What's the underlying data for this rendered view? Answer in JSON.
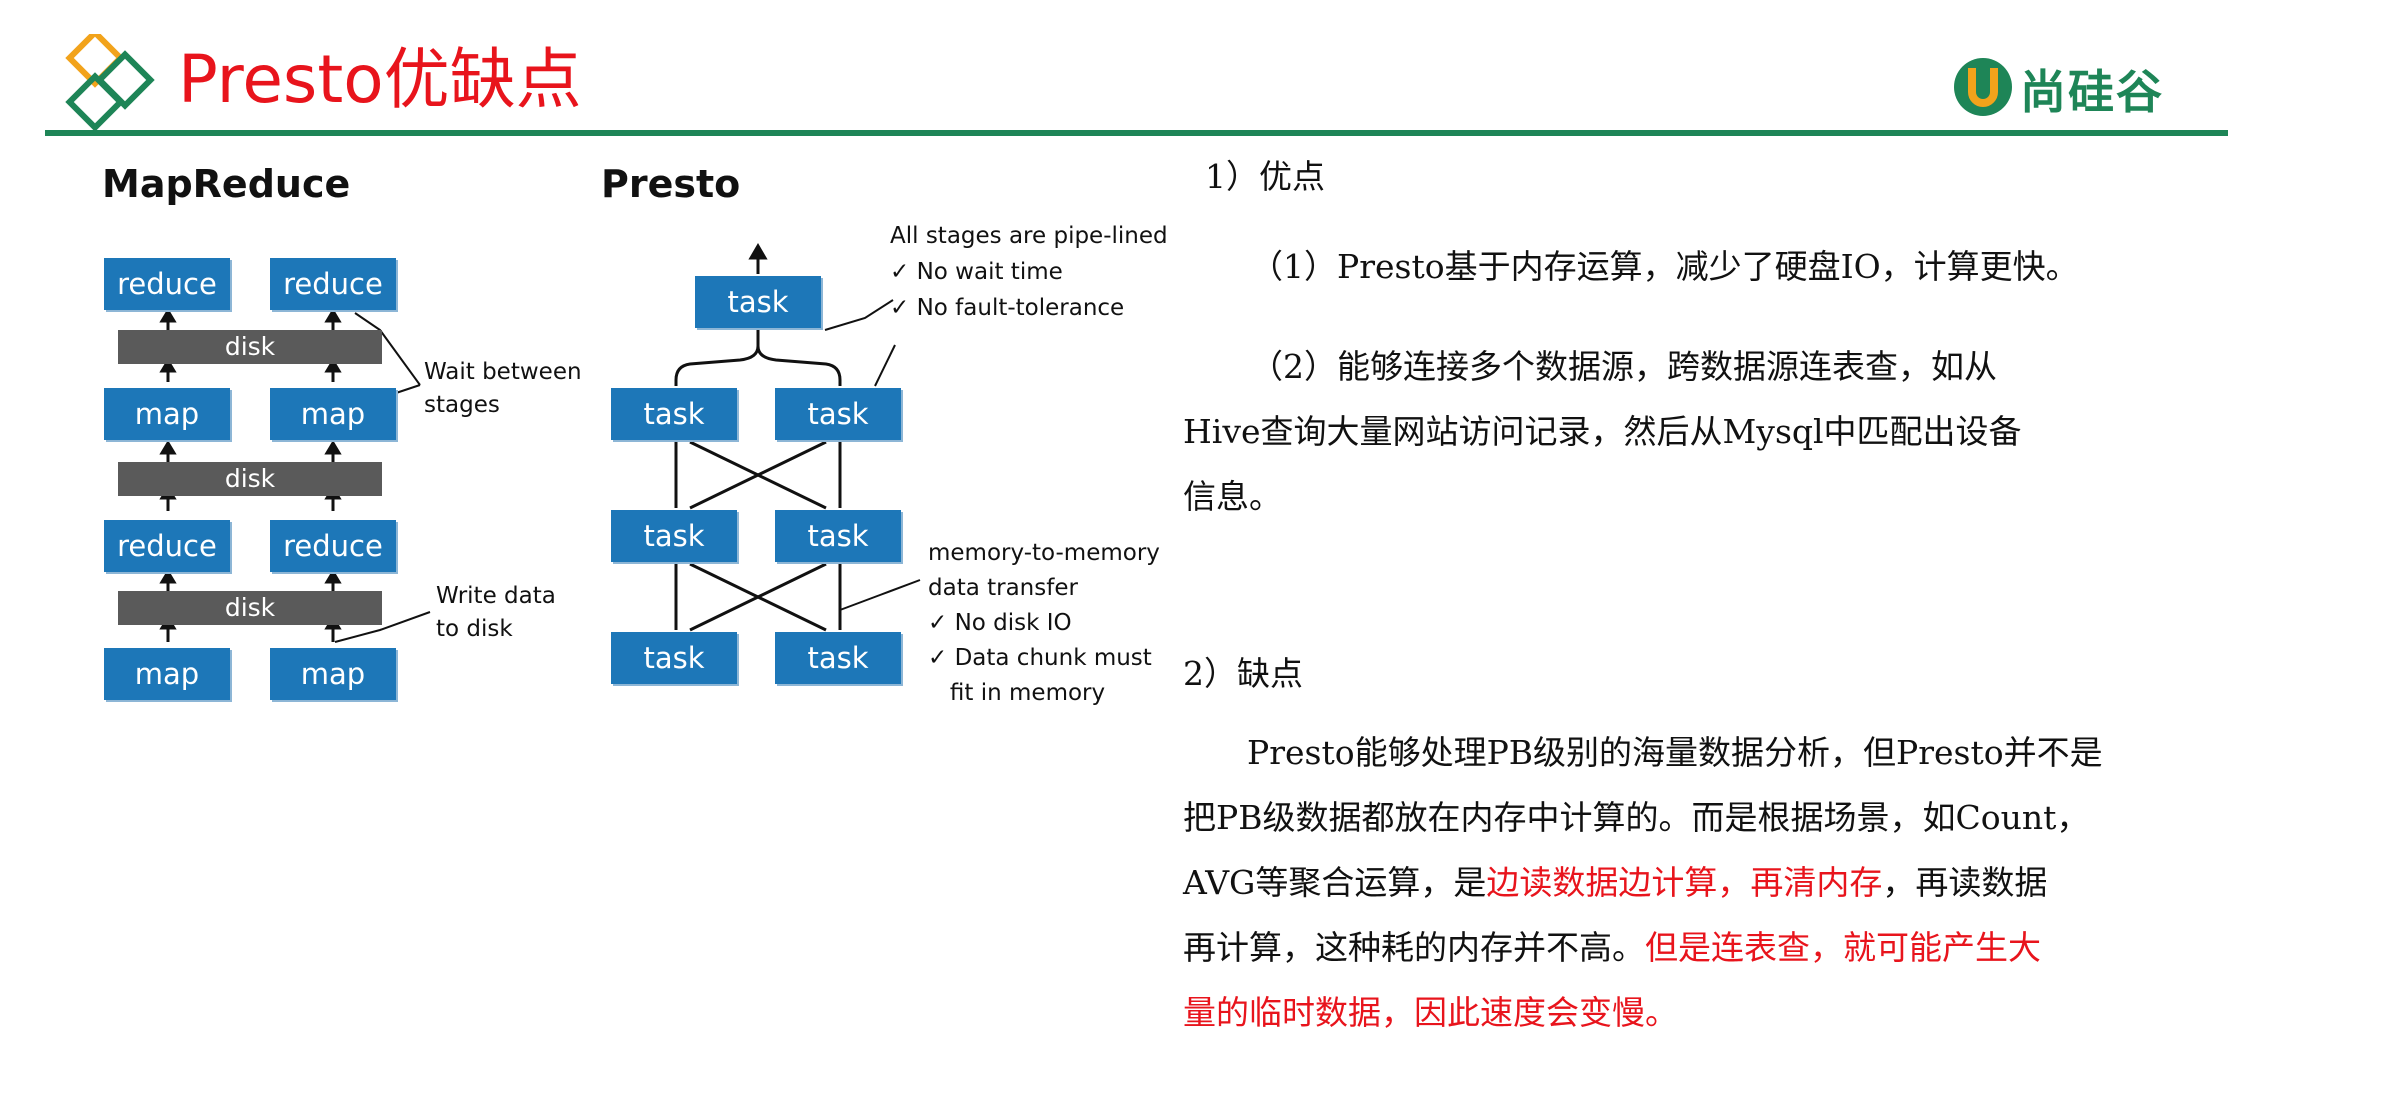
{
  "header": {
    "title": "Presto优缺点",
    "brand": "尚硅谷"
  },
  "mapreduce": {
    "heading": "MapReduce",
    "rows": [
      {
        "left": "reduce",
        "right": "reduce"
      },
      {
        "left": "map",
        "right": "map"
      },
      {
        "left": "reduce",
        "right": "reduce"
      },
      {
        "left": "map",
        "right": "map"
      }
    ],
    "disk_label": "disk",
    "note_wait": [
      "Wait between",
      "stages"
    ],
    "note_write": [
      "Write data",
      "to disk"
    ]
  },
  "presto": {
    "heading": "Presto",
    "task_label": "task",
    "note_top": [
      "All stages are pipe-lined",
      "✓ No wait time",
      "✓ No fault-tolerance"
    ],
    "note_mid": [
      "memory-to-memory",
      "data transfer",
      "✓ No disk IO",
      "✓ Data chunk must",
      "   fit in memory"
    ]
  },
  "text": {
    "pros_heading": "1）优点",
    "pros_1": "（1）Presto基于内存运算，减少了硬盘IO，计算更快。",
    "pros_2_line1": "（2）能够连接多个数据源，跨数据源连表查，如从",
    "pros_2_line2": "Hive查询大量网站访问记录，然后从Mysql中匹配出设备",
    "pros_2_line3": "信息。",
    "cons_heading": "2）缺点",
    "cons_line1": "Presto能够处理PB级别的海量数据分析，但Presto并不是",
    "cons_line2": "把PB级数据都放在内存中计算的。而是根据场景，如Count，",
    "cons_line3_a": "AVG等聚合运算，是",
    "cons_line3_red": "边读数据边计算，再清内存",
    "cons_line3_b": "，再读数据",
    "cons_line4_a": "再计算，这种耗的内存并不高。",
    "cons_line4_red": "但是连表查，就可能产生大",
    "cons_line5_red": "量的临时数据，因此速度会变慢。"
  },
  "colors": {
    "accent_red": "#e8141c",
    "brand_green": "#1e8557",
    "task_blue": "#1d77b8",
    "disk_gray": "#5a5a5a"
  }
}
